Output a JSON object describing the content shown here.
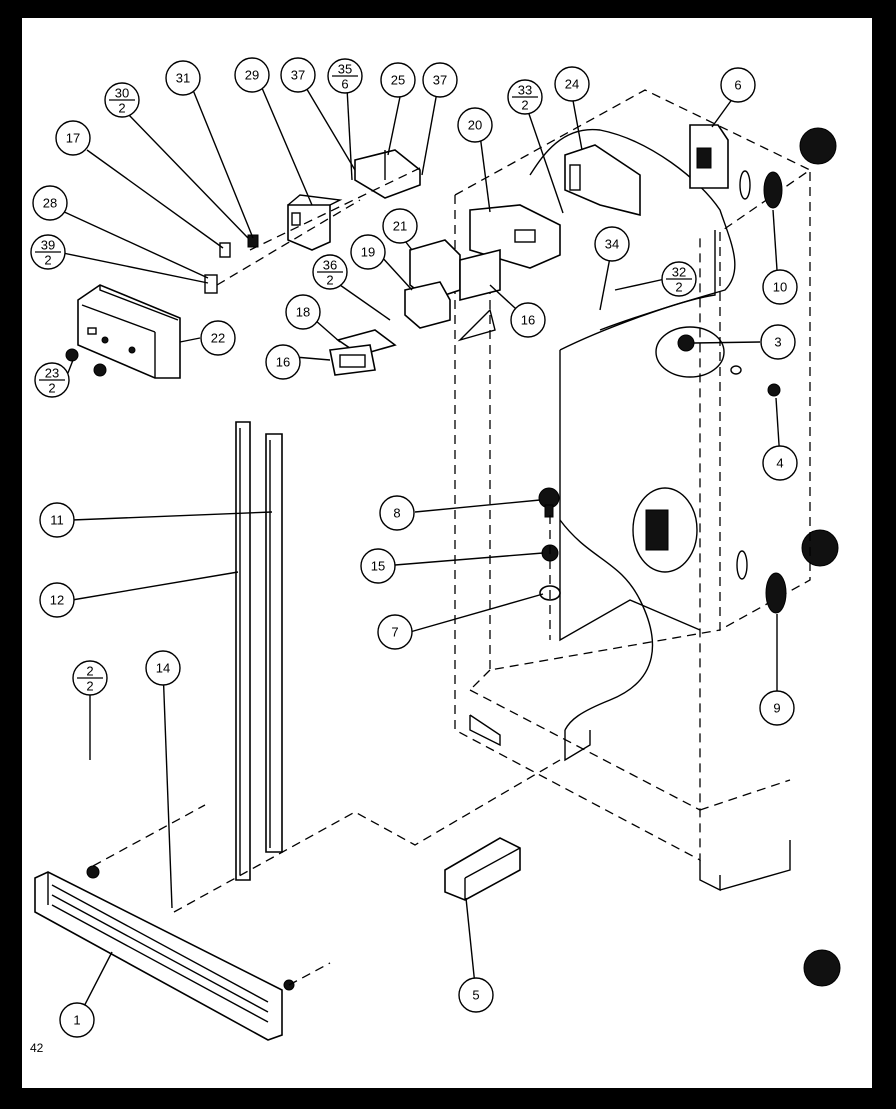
{
  "page_number": "42",
  "callouts": [
    {
      "id": "c1",
      "label": "1"
    },
    {
      "id": "c2",
      "label": "2",
      "sub": "2"
    },
    {
      "id": "c3",
      "label": "3"
    },
    {
      "id": "c4",
      "label": "4"
    },
    {
      "id": "c5",
      "label": "5"
    },
    {
      "id": "c6",
      "label": "6"
    },
    {
      "id": "c7",
      "label": "7"
    },
    {
      "id": "c8",
      "label": "8"
    },
    {
      "id": "c9",
      "label": "9"
    },
    {
      "id": "c10",
      "label": "10"
    },
    {
      "id": "c11",
      "label": "11"
    },
    {
      "id": "c12",
      "label": "12"
    },
    {
      "id": "c14",
      "label": "14"
    },
    {
      "id": "c15",
      "label": "15"
    },
    {
      "id": "c16a",
      "label": "16"
    },
    {
      "id": "c16b",
      "label": "16"
    },
    {
      "id": "c17",
      "label": "17"
    },
    {
      "id": "c18",
      "label": "18"
    },
    {
      "id": "c19",
      "label": "19"
    },
    {
      "id": "c20",
      "label": "20"
    },
    {
      "id": "c21",
      "label": "21"
    },
    {
      "id": "c22",
      "label": "22"
    },
    {
      "id": "c23",
      "label": "23",
      "sub": "2"
    },
    {
      "id": "c24",
      "label": "24"
    },
    {
      "id": "c25",
      "label": "25"
    },
    {
      "id": "c28",
      "label": "28"
    },
    {
      "id": "c29",
      "label": "29"
    },
    {
      "id": "c30",
      "label": "30",
      "sub": "2"
    },
    {
      "id": "c31",
      "label": "31"
    },
    {
      "id": "c32",
      "label": "32",
      "sub": "2"
    },
    {
      "id": "c33",
      "label": "33",
      "sub": "2"
    },
    {
      "id": "c34",
      "label": "34"
    },
    {
      "id": "c35",
      "label": "35",
      "sub": "6"
    },
    {
      "id": "c36",
      "label": "36",
      "sub": "2"
    },
    {
      "id": "c37a",
      "label": "37"
    },
    {
      "id": "c37b",
      "label": "37"
    },
    {
      "id": "c39",
      "label": "39",
      "sub": "2"
    }
  ]
}
